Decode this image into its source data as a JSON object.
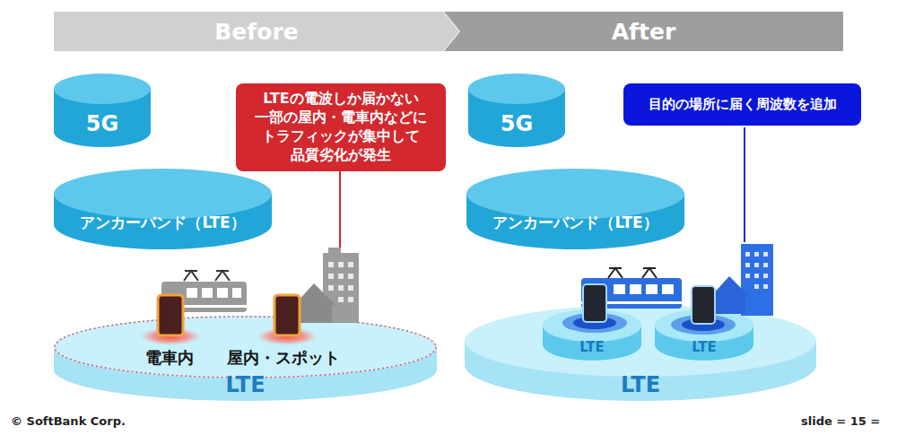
{
  "diagram": {
    "nodes": [
      {
        "text": [
          "Before"
        ]
      },
      {
        "text": [
          "After"
        ]
      },
      {
        "text": [
          "5G"
        ]
      },
      {
        "text": [
          "LTEの電波しか届かない 一部の屋内・電車内などに トラフィックが集中して 品質劣化が発生"
        ]
      },
      {
        "text": [
          "5G"
        ]
      },
      {
        "text": [
          "目的の場所に届く周波数を追加"
        ]
      },
      {
        "text": [
          "アンカーバンド（LTE）"
        ]
      },
      {
        "text": [
          "アンカーバンド（LTE）"
        ]
      },
      {
        "text": [
          "LTE"
        ]
      },
      {
        "text": [
          "LTE"
        ]
      },
      {
        "text": [
          "LTE"
        ],
        "in": 9
      },
      {
        "text": [
          "LTE"
        ],
        "in": 9
      }
    ],
    "labels": [
      "電車内",
      "屋内・スポット",
      "© SoftBank Corp.",
      "slide = 15 ="
    ]
  }
}
